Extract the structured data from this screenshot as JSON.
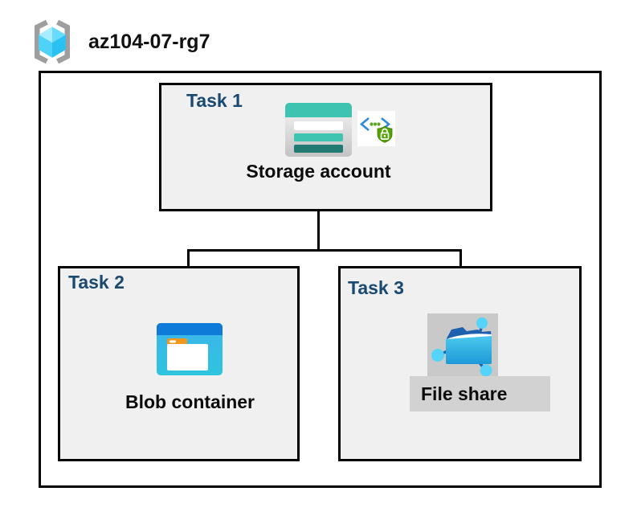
{
  "resource_group": {
    "name": "az104-07-rg7",
    "icon": "resource-group-icon"
  },
  "tasks": [
    {
      "label": "Task 1",
      "entity": "Storage account",
      "icons": [
        "storage-account-icon",
        "secure-access-icon"
      ],
      "highlighted": false
    },
    {
      "label": "Task 2",
      "entity": "Blob container",
      "icons": [
        "blob-container-icon"
      ],
      "highlighted": false
    },
    {
      "label": "Task 3",
      "entity": "File share",
      "icons": [
        "file-share-icon"
      ],
      "highlighted": true
    }
  ],
  "connections": [
    {
      "from": "Storage account",
      "to": "Blob container"
    },
    {
      "from": "Storage account",
      "to": "File share"
    }
  ],
  "colors": {
    "task_label_navy": "#1A4971",
    "box_background": "#F0F0F0",
    "border_black": "#000000",
    "storage_teal": "#3EC3B1",
    "storage_teal_dark": "#217A71",
    "blob_band_blue": "#0E7BD8",
    "blob_body_cyan": "#37B9E9",
    "folder_tab_orange": "#F2971E",
    "file_share_dark_blue": "#1E5FB0",
    "file_share_node_cyan": "#55D3F8",
    "highlight_gray": "#CDCDCD",
    "shield_green": "#52A302",
    "bracket_blue": "#2E8BD9",
    "rg_bracket_gray": "#9E9E9E",
    "rg_cube_cyan": "#4ED2F8"
  }
}
